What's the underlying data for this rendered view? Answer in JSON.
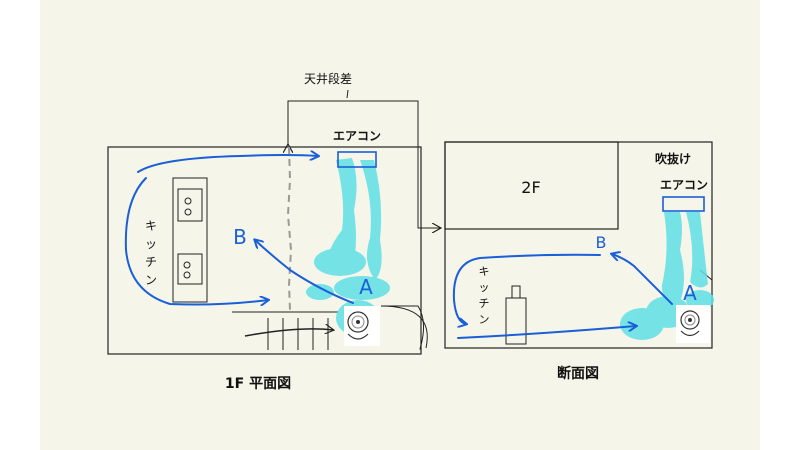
{
  "annotation": {
    "ceiling_step": "天井段差"
  },
  "floor_plan": {
    "caption": "1F 平面図",
    "aircon_label": "エアコン",
    "kitchen_label": [
      "キ",
      "ッ",
      "チ",
      "ン"
    ],
    "marker_a": "A",
    "marker_b": "B"
  },
  "section": {
    "caption": "断面図",
    "upper_floor_label": "2F",
    "atrium_label": "吹抜け",
    "aircon_label": "エアコン",
    "kitchen_label": [
      "キ",
      "ッ",
      "チ",
      "ン"
    ],
    "marker_a": "A",
    "marker_b": "B"
  },
  "colors": {
    "background": "#f6f5ea",
    "outline": "#222222",
    "airflow_arrow": "#1a5fd8",
    "airflow_fill": "#5fe0e6"
  },
  "icons": [
    "circulator-fan-icon",
    "stove-burner-icon"
  ]
}
